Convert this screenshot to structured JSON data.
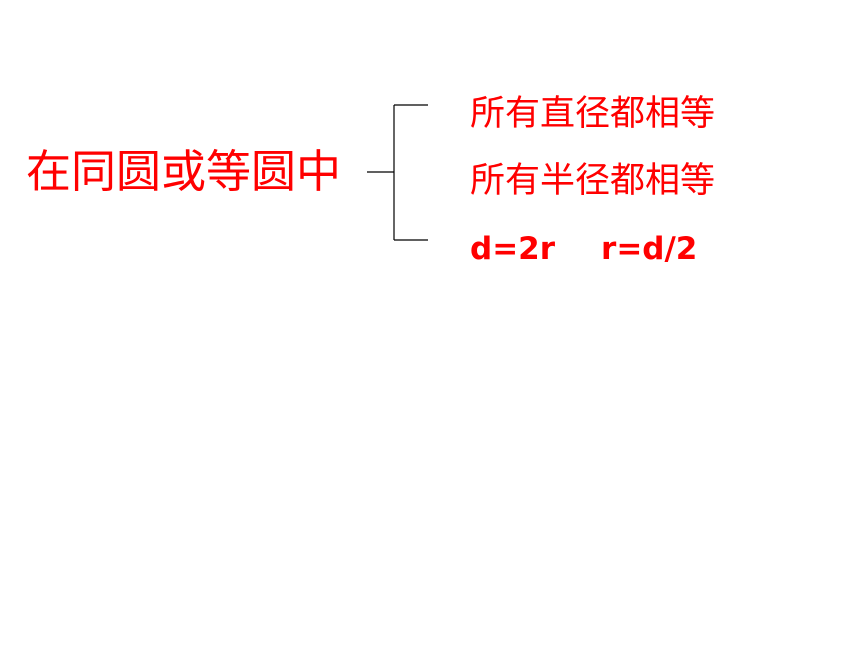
{
  "slide": {
    "main_label": "在同圆或等圆中",
    "branches": [
      {
        "text": "所有直径都相等"
      },
      {
        "text": "所有半径都相等"
      }
    ],
    "formulas": {
      "diameter": "d=2r",
      "radius": "r=d/2"
    }
  },
  "colors": {
    "text": "#ff0000",
    "brace": "#000000",
    "background": "#ffffff"
  }
}
